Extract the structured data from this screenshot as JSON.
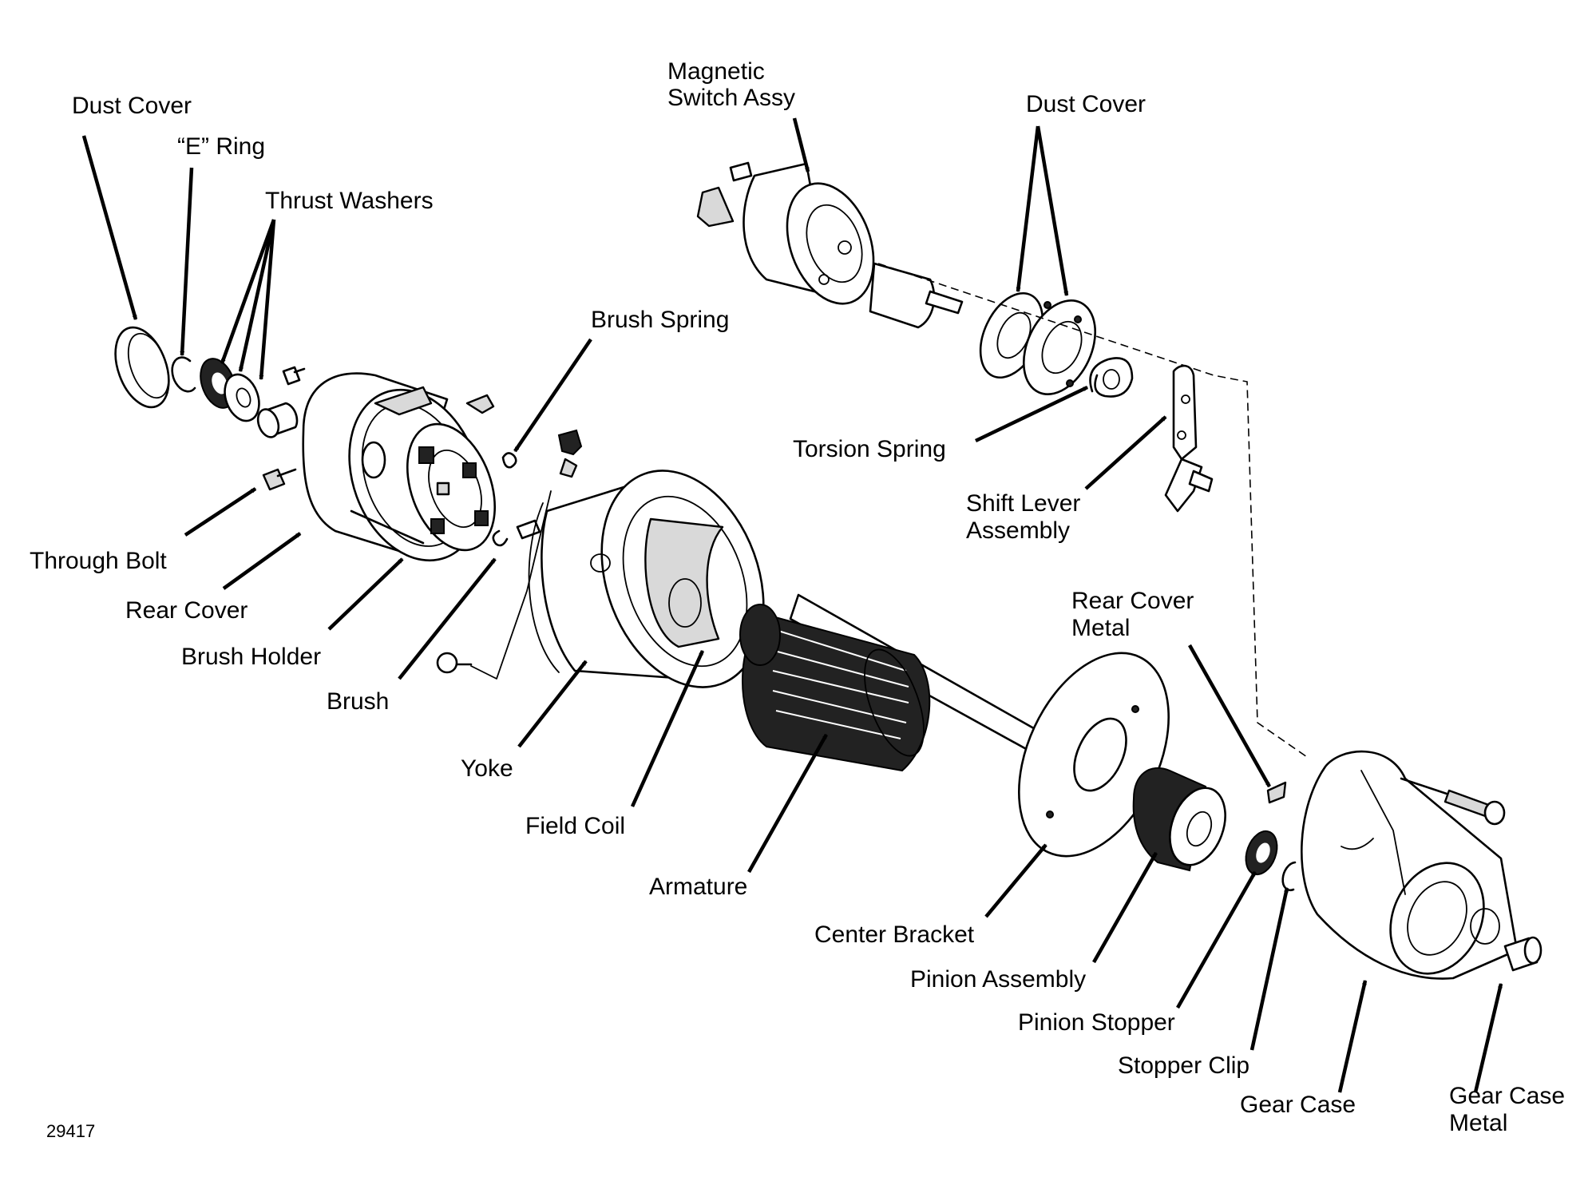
{
  "labels": {
    "dust_cover_left": "Dust Cover",
    "e_ring": "“E” Ring",
    "thrust_washers": "Thrust Washers",
    "magnetic_switch_line1": "Magnetic",
    "magnetic_switch_line2": "Switch Assy",
    "dust_cover_right": "Dust Cover",
    "brush_spring": "Brush Spring",
    "torsion_spring": "Torsion Spring",
    "shift_lever_line1": "Shift Lever",
    "shift_lever_line2": "Assembly",
    "through_bolt": "Through Bolt",
    "rear_cover": "Rear Cover",
    "brush_holder": "Brush Holder",
    "brush": "Brush",
    "yoke": "Yoke",
    "field_coil": "Field Coil",
    "armature": "Armature",
    "rear_cover_metal_line1": "Rear Cover",
    "rear_cover_metal_line2": "Metal",
    "center_bracket": "Center Bracket",
    "pinion_assembly": "Pinion Assembly",
    "pinion_stopper": "Pinion Stopper",
    "stopper_clip": "Stopper Clip",
    "gear_case": "Gear Case",
    "gear_case_metal_line1": "Gear Case",
    "gear_case_metal_line2": "Metal"
  },
  "figure_number": "29417"
}
